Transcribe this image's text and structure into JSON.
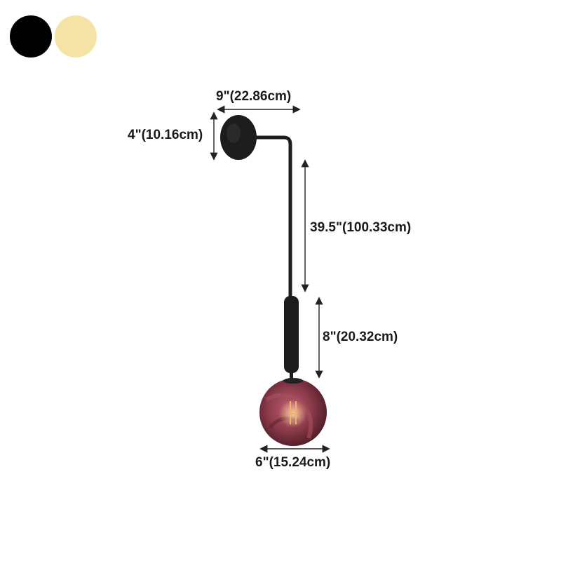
{
  "color_options": [
    {
      "name": "Black",
      "color": "#000000"
    },
    {
      "name": "Gold",
      "color": "#f5e3a6"
    }
  ],
  "dimensions": {
    "arm_width": "9\"(22.86cm)",
    "plate_height": "4\"(10.16cm)",
    "drop_length": "39.5\"(100.33cm)",
    "holder_length": "8\"(20.32cm)",
    "globe_diameter": "6\"(15.24cm)"
  },
  "colors": {
    "fixture": "#1c1c1c",
    "globe": "#8a3a4a",
    "filament": "#f0b070",
    "arrow": "#222222"
  }
}
